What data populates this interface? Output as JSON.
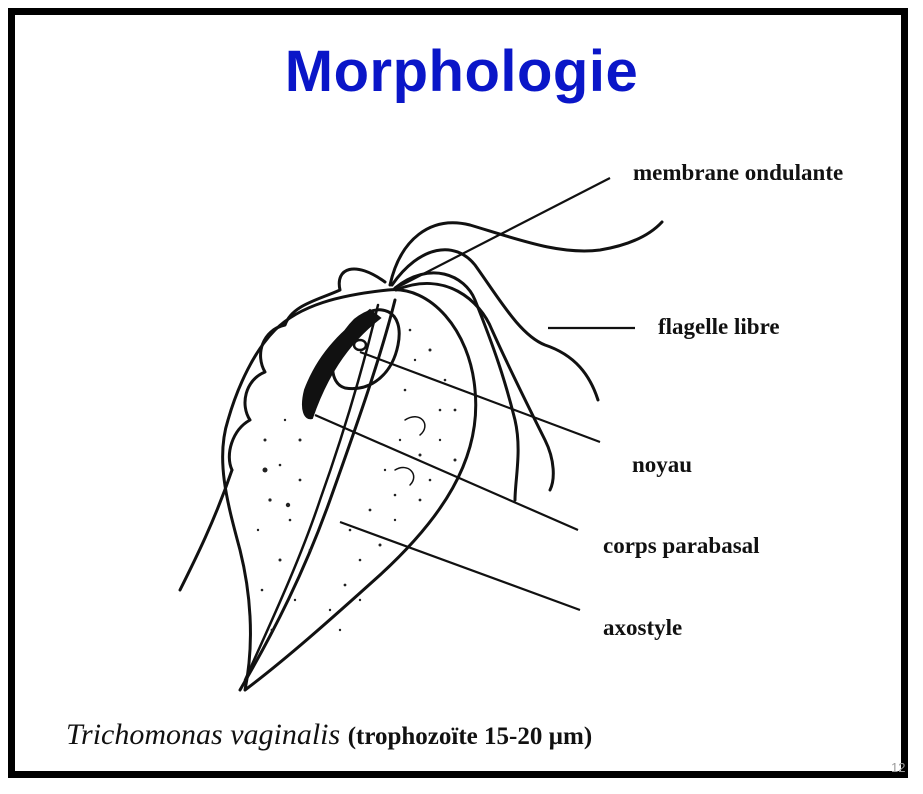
{
  "title": "Morphologie",
  "labels": {
    "membrane": "membrane ondulante",
    "flagelle": "flagelle libre",
    "noyau": "noyau",
    "corps": "corps parabasal",
    "axostyle": "axostyle"
  },
  "caption": {
    "species": "Trichomonas vaginalis",
    "detail": "(trophozoïte 15-20 µm)"
  },
  "page_number": "12",
  "colors": {
    "title": "#0a16c8",
    "ink": "#111111",
    "frame": "#000000"
  }
}
